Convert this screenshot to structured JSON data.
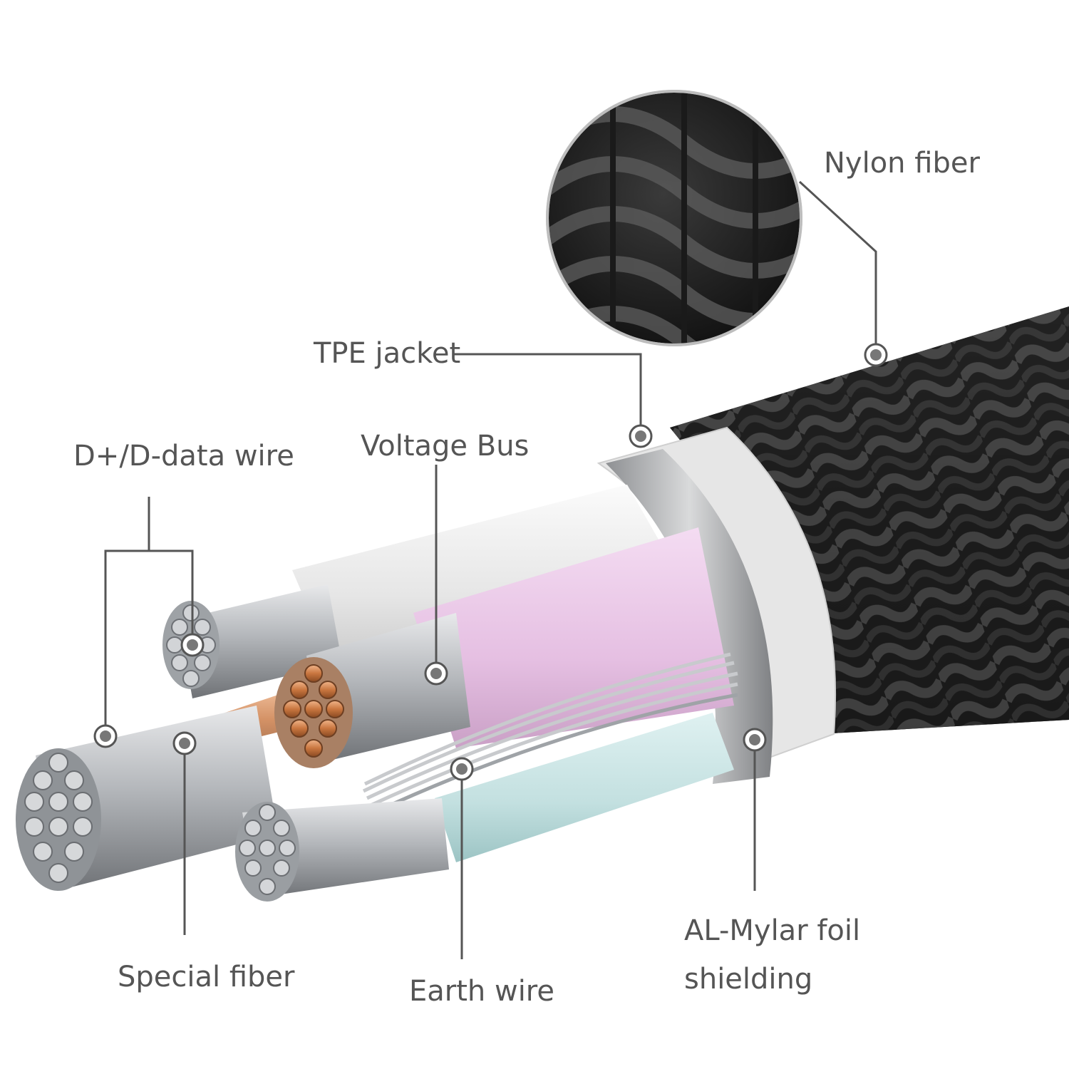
{
  "labels": {
    "nylon_fiber": "Nylon fiber",
    "tpe_jacket": "TPE jacket",
    "data_wire": "D+/D-data wire",
    "voltage_bus": "Voltage Bus",
    "special_fiber": "Special fiber",
    "earth_wire": "Earth wire",
    "shielding_line1": "AL-Mylar foil",
    "shielding_line2": "shielding"
  },
  "colors": {
    "background": "#ffffff",
    "label_text": "#555555",
    "leader_line": "#555555",
    "braid": "#2b2b2b",
    "tpe_jacket": "#e4e4e4",
    "foil_ring": "#a9a9a9",
    "white_sheath": "#eeeeee",
    "pink_sheath": "#e9c6e6",
    "teal_sheath": "#c9e4e4",
    "steel_strand": "#b9bcc0",
    "copper_strand": "#d08a55"
  }
}
